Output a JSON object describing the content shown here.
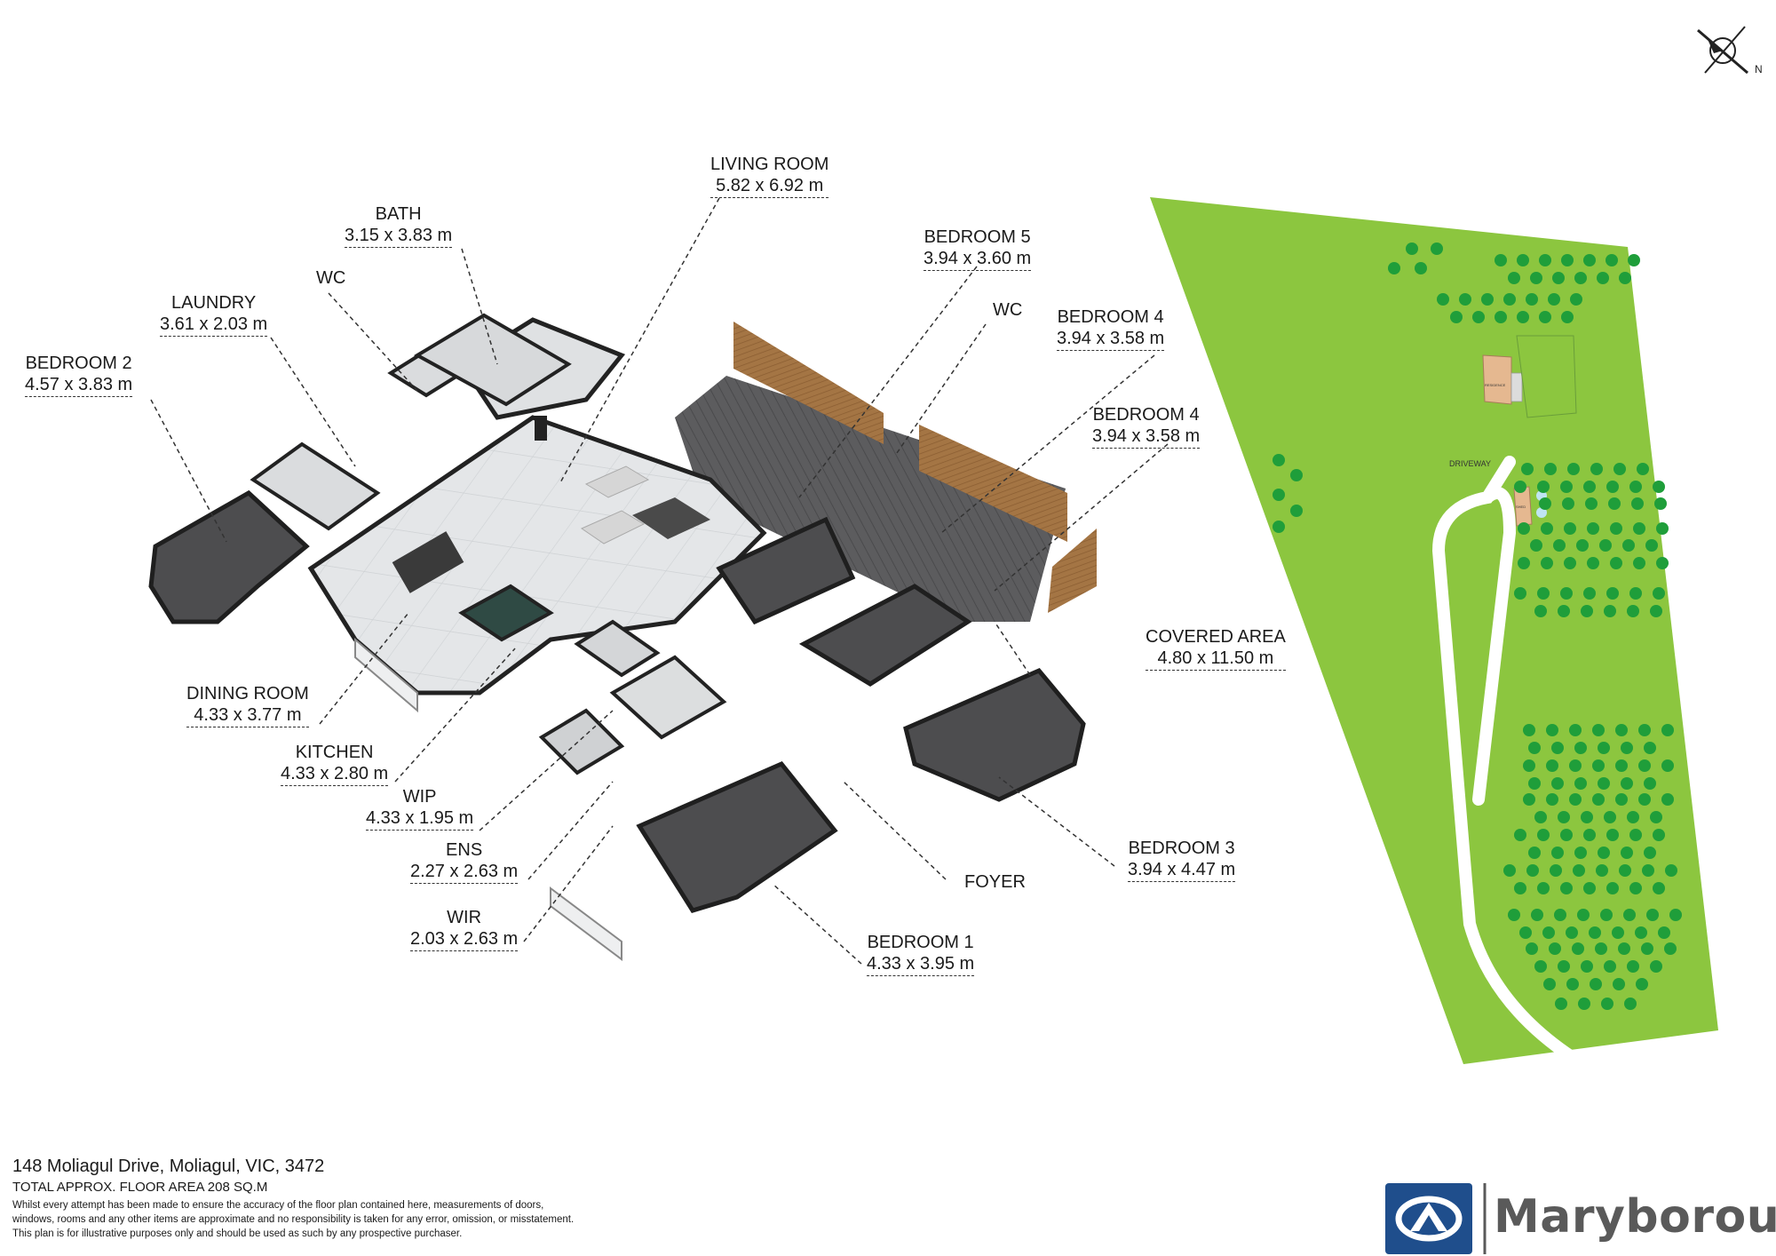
{
  "rooms": {
    "living_room": {
      "name": "LIVING ROOM",
      "dims": "5.82 x 6.92 m"
    },
    "bath": {
      "name": "BATH",
      "dims": "3.15 x 3.83 m"
    },
    "bedroom5": {
      "name": "BEDROOM 5",
      "dims": "3.94 x 3.60 m"
    },
    "wc_left": {
      "name": "WC"
    },
    "wc_right": {
      "name": "WC"
    },
    "bedroom4_a": {
      "name": "BEDROOM 4",
      "dims": "3.94 x 3.58 m"
    },
    "bedroom4_b": {
      "name": "BEDROOM 4",
      "dims": "3.94 x 3.58 m"
    },
    "laundry": {
      "name": "LAUNDRY",
      "dims": "3.61 x 2.03 m"
    },
    "bedroom2": {
      "name": "BEDROOM 2",
      "dims": "4.57 x 3.83 m"
    },
    "covered_area": {
      "name": "COVERED AREA",
      "dims": "4.80 x 11.50 m"
    },
    "dining_room": {
      "name": "DINING ROOM",
      "dims": "4.33 x 3.77 m"
    },
    "kitchen": {
      "name": "KITCHEN",
      "dims": "4.33 x 2.80 m"
    },
    "wip": {
      "name": "WIP",
      "dims": "4.33 x 1.95 m"
    },
    "ens": {
      "name": "ENS",
      "dims": "2.27 x 2.63 m"
    },
    "wir": {
      "name": "WIR",
      "dims": "2.03 x 2.63 m"
    },
    "bedroom3": {
      "name": "BEDROOM 3",
      "dims": "3.94 x 4.47 m"
    },
    "foyer": {
      "name": "FOYER"
    },
    "bedroom1": {
      "name": "BEDROOM 1",
      "dims": "4.33 x 3.95 m"
    }
  },
  "site_plan": {
    "driveway_label": "DRIVEWAY",
    "residence_label": "RESIDENCE",
    "shed_label": "SHED"
  },
  "compass": {
    "north_label": "N"
  },
  "footer": {
    "address": "148 Moliagul Drive, Moliagul, VIC, 3472",
    "floor_area": "TOTAL APPROX. FLOOR AREA 208 SQ.M",
    "disclaimer_lines": [
      "Whilst every attempt has been made to ensure the accuracy of the floor plan contained here, measurements of doors,",
      "windows, rooms and any other items are approximate and no responsibility is taken for any error, omission, or misstatement.",
      "This plan is for illustrative purposes only and should be used as such by any prospective purchaser."
    ]
  },
  "brand": {
    "name": "Maryborough"
  },
  "colors": {
    "lawn": "#8cc63f",
    "tree": "#1f9e3a",
    "floor_tile": "#e2e4e6",
    "carpet": "#4d4d4f",
    "deck": "#58585a",
    "timber": "#9b6e3c",
    "brand_blue": "#1f4e8c",
    "brand_text": "#5a5a5a"
  }
}
